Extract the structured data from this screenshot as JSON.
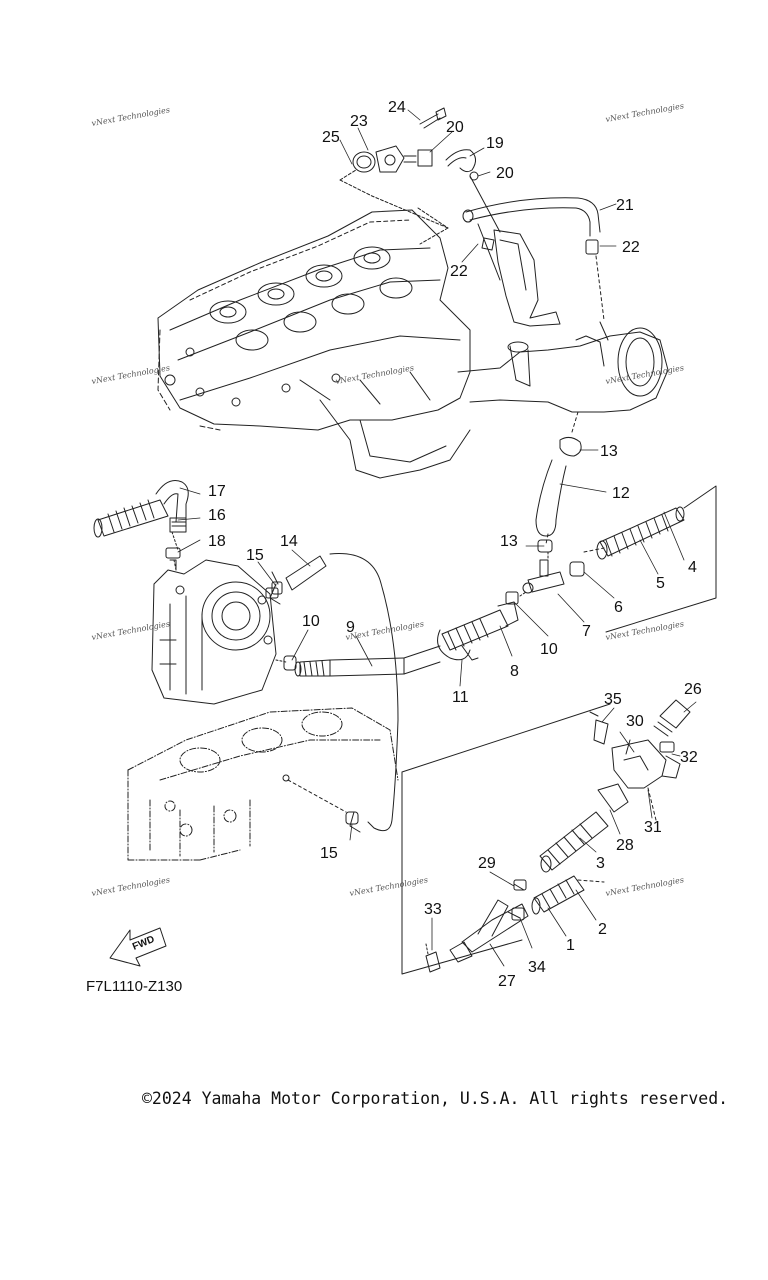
{
  "diagram": {
    "callouts": [
      "1",
      "2",
      "3",
      "4",
      "5",
      "6",
      "7",
      "8",
      "9",
      "10",
      "10",
      "11",
      "12",
      "13",
      "13",
      "14",
      "15",
      "15",
      "16",
      "17",
      "18",
      "19",
      "20",
      "20",
      "21",
      "22",
      "22",
      "23",
      "24",
      "25",
      "26",
      "27",
      "28",
      "29",
      "30",
      "31",
      "32",
      "33",
      "34",
      "35"
    ],
    "watermark": "vNext Technologies",
    "fwd_label": "FWD",
    "part_code": "F7L1110-Z130"
  },
  "footer": {
    "copyright": "©2024 Yamaha Motor Corporation, U.S.A. All rights reserved."
  }
}
